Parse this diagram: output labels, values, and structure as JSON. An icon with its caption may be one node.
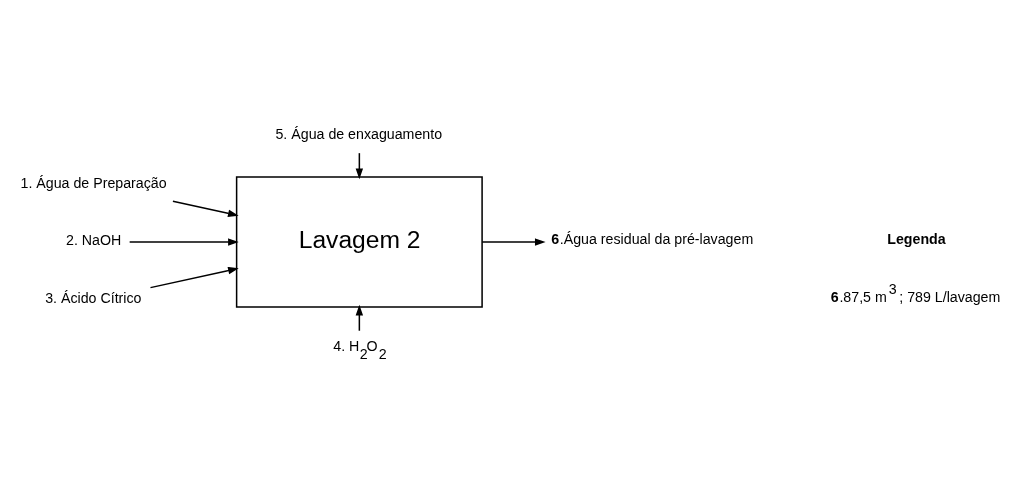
{
  "diagram": {
    "nodes": [
      {
        "text": [
          "5. Água de enxaguamento"
        ]
      },
      {
        "text": [
          "1. Água de Preparação"
        ]
      },
      {
        "text": [
          "2. NaOH"
        ]
      },
      {
        "text": [
          "3. Ácido Cítrico"
        ]
      },
      {
        "text": [
          "Lavagem 2"
        ]
      },
      {
        "text": [
          "**6**.Água residual da pré-lavagem"
        ]
      },
      {
        "text": [
          "4. H$_{2}$O$_{2}$"
        ]
      }
    ],
    "edges": [
      {
        "from": 0,
        "to": 4,
        "arrow": "to"
      },
      {
        "from": 1,
        "to": 4,
        "arrow": "to"
      },
      {
        "from": 2,
        "to": 4,
        "arrow": "to"
      },
      {
        "from": 3,
        "to": 4,
        "arrow": "to"
      },
      {
        "from": 4,
        "to": 5,
        "arrow": "to"
      },
      {
        "from": 6,
        "to": 4,
        "arrow": "to"
      }
    ],
    "labels": [
      "Legenda",
      "**6**.87,5 m$^{3}$ ; 789 L/lavagem"
    ]
  }
}
